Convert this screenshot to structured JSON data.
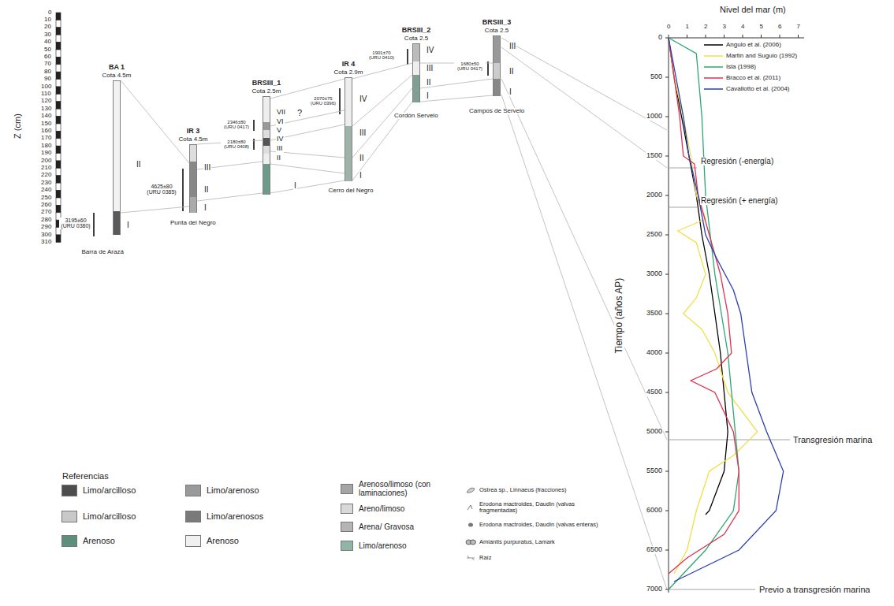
{
  "diagram": {
    "nodes": [
      {
        "text": [
          "BA 1",
          "Cota 4.5m"
        ]
      },
      {
        "text": [
          "IR 3",
          "Cota 4.5m"
        ]
      },
      {
        "text": [
          "BRSIII_1",
          "Cota 2.5m"
        ]
      },
      {
        "text": [
          "IR 4",
          "Cota 2.9m"
        ]
      },
      {
        "text": [
          "BRSIII_2",
          "Cota 2.5"
        ]
      },
      {
        "text": [
          "BRSIII_3",
          "Cota 2.5"
        ]
      }
    ],
    "edges": [
      {
        "from": 0,
        "to": 1,
        "arrow": "none"
      },
      {
        "from": 0,
        "to": 1,
        "arrow": "none"
      },
      {
        "from": 1,
        "to": 2,
        "arrow": "none"
      },
      {
        "from": 1,
        "to": 2,
        "arrow": "none"
      },
      {
        "from": 1,
        "to": 2,
        "arrow": "none"
      },
      {
        "from": 2,
        "to": 3,
        "arrow": "none"
      },
      {
        "from": 2,
        "to": 3,
        "arrow": "none"
      },
      {
        "from": 2,
        "to": 3,
        "arrow": "none"
      },
      {
        "from": 2,
        "to": 3,
        "arrow": "none"
      },
      {
        "from": 2,
        "to": 3,
        "arrow": "none"
      },
      {
        "from": 2,
        "to": 3,
        "arrow": "none"
      },
      {
        "from": 3,
        "to": 4,
        "arrow": "none"
      },
      {
        "from": 3,
        "to": 4,
        "arrow": "none"
      },
      {
        "from": 3,
        "to": 4,
        "arrow": "none"
      },
      {
        "from": 3,
        "to": 4,
        "arrow": "none"
      },
      {
        "from": 4,
        "to": 5,
        "arrow": "none"
      },
      {
        "from": 4,
        "to": 5,
        "arrow": "none"
      },
      {
        "from": 4,
        "to": 5,
        "arrow": "none"
      }
    ],
    "labels": [
      "Z (cm)",
      "0",
      "10",
      "20",
      "30",
      "40",
      "50",
      "60",
      "70",
      "80",
      "90",
      "100",
      "110",
      "120",
      "130",
      "140",
      "150",
      "160",
      "170",
      "180",
      "190",
      "200",
      "210",
      "220",
      "230",
      "240",
      "250",
      "260",
      "270",
      "280",
      "290",
      "300",
      "310",
      "II",
      "I",
      "3195±60 (URU 0380)",
      "Barra de Arazá",
      "III",
      "II",
      "I",
      "4625±80 (URU 0385)",
      "Punta del Negro",
      "VII",
      "VI",
      "V",
      "IV",
      "III",
      "II",
      "I",
      "2346±80 (URU 0417)",
      "2180±80 (URU 0408)",
      "?",
      "IV",
      "III",
      "II",
      "I",
      "2070±75 (URU 0396)",
      "Cerro del Negro",
      "1901±70 (URU 0410)",
      "IV",
      "III",
      "II",
      "I",
      "Cordón Servelo",
      "III",
      "II",
      "I",
      "1680±50 (URU 0417)",
      "Campos de Servelo",
      "Nivel del mar (m)",
      "0",
      "1",
      "2",
      "3",
      "4",
      "5",
      "6",
      "7",
      "0",
      "500",
      "1000",
      "1500",
      "2000",
      "2500",
      "3000",
      "3500",
      "4000",
      "4500",
      "5000",
      "5500",
      "6000",
      "6500",
      "7000",
      "Tiempo (años AP)",
      "Regresión (-energía)",
      "Regresión (+ energía)",
      "Transgresión marina",
      "Previo a transgresión marina",
      "Referencias"
    ],
    "legend": [
      {
        "text": "Limo/arcilloso",
        "color": "#4d4d4d"
      },
      {
        "text": "Limo/arcilloso",
        "color": "#c8c8c8"
      },
      {
        "text": "Arenoso",
        "color": "#5e8f7d"
      },
      {
        "text": "Limo/arenoso",
        "color": "#9a9a9a"
      },
      {
        "text": "Limo/arenosos",
        "color": "#7a7a7a"
      },
      {
        "text": "Arenoso",
        "color": "#f0f0f0"
      },
      {
        "text": "Arenoso/limoso (con laminaciones)",
        "color": "#a5a5a5"
      },
      {
        "text": "Areno/limoso",
        "color": "#d9d9d9"
      },
      {
        "text": "Arena/ Gravosa",
        "color": "#b5b5b5"
      },
      {
        "text": "Limo/arenoso",
        "color": "#8fb5a6"
      },
      {
        "text": "Ostrea sp., Linnaeus (fracciones)"
      },
      {
        "text": "Erodona mactroides, Daudin (valvas fragmentadas)"
      },
      {
        "text": "Erodona mactroides, Daudin (valvas enteras)"
      },
      {
        "text": "Amiantis purpuratus, Lamark"
      },
      {
        "text": "Raíz"
      },
      {
        "text": "Angulo et al. (2006)"
      },
      {
        "text": "Martin and Suguio (1992)"
      },
      {
        "text": "Isla (1998)"
      },
      {
        "text": "Bracco et al. (2011)"
      },
      {
        "text": "Cavallotto et al. (2004)"
      }
    ]
  }
}
